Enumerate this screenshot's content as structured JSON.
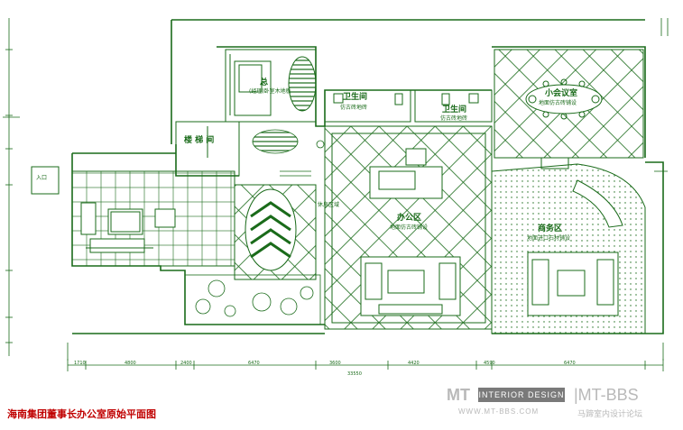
{
  "rooms": {
    "general_manager": "总",
    "general_manager_sub": "(经理)卧室木地板",
    "toilet_1": "卫生间",
    "toilet_1_sub": "仿古砖地砖",
    "toilet_2": "卫生间",
    "toilet_2_sub": "仿古砖地砖",
    "meeting": "小会议室",
    "meeting_sub": "地面仿古砖铺设",
    "stair": "楼 梯 间",
    "office": "办公区",
    "office_sub": "地面仿古砖铺设",
    "business": "商务区",
    "business_sub": "地面进口石材铺设",
    "lobby_label": "休息区域",
    "entry_label": "入口"
  },
  "caption": "海南集团董事长办公室原始平面图",
  "dimensions": {
    "seg1": "1710",
    "seg2": "4800",
    "seg3": "2400",
    "seg4": "6470",
    "seg5": "3600",
    "seg6": "4420",
    "seg7": "4590",
    "seg8": "6470",
    "total": "33550"
  },
  "watermark": {
    "mt": "MT",
    "interior": "INTERIOR DESIGN",
    "bbs": "|MT-BBS",
    "url": "WWW.MT-BBS.COM",
    "cn": "马蹄室内设计论坛"
  },
  "colors": {
    "line": "#1a6b1a",
    "caption": "#c00000",
    "watermark": "#b9b9b9"
  }
}
